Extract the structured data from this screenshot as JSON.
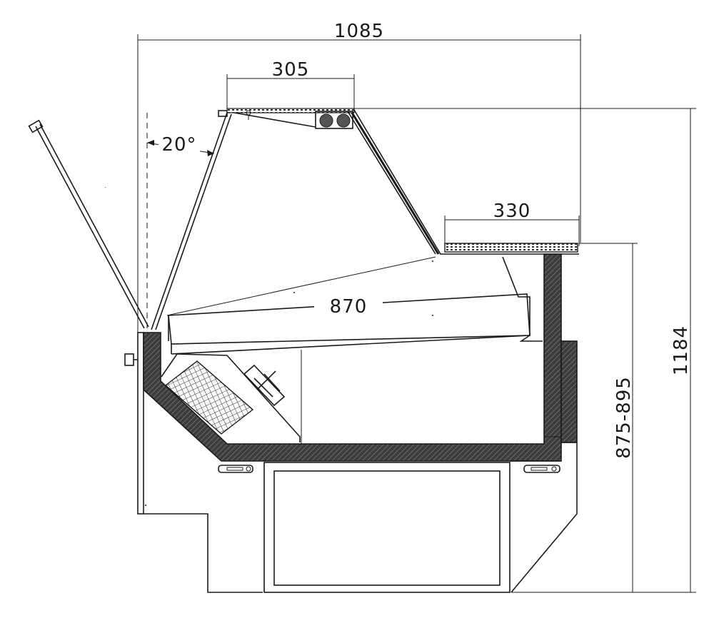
{
  "dimensions": {
    "overall_width": "1085",
    "canopy_width": "305",
    "counter_depth": "330",
    "display_depth": "870",
    "overall_height": "1184",
    "counter_height": "875-895",
    "glass_angle": "20°"
  },
  "colors": {
    "ink": "#1a1a1a",
    "background": "#ffffff",
    "wall_fill": "#4a4a4a"
  }
}
